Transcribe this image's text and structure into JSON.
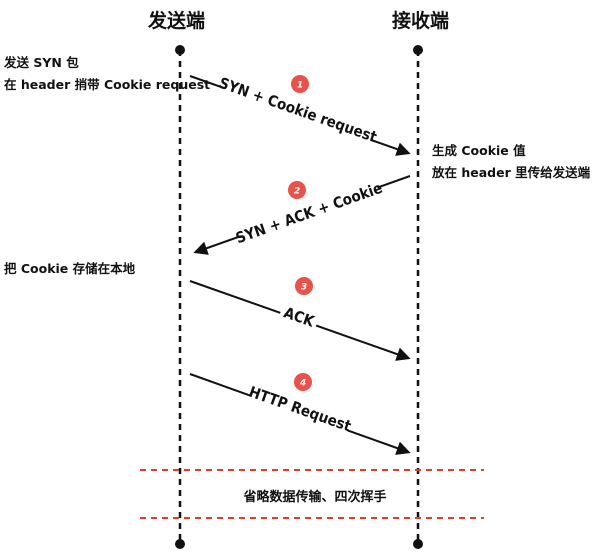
{
  "headers": {
    "sender": "发送端",
    "receiver": "接收端"
  },
  "notes": {
    "sender_1_line1": "发送 SYN 包",
    "sender_1_line2": "在 header 捎带 Cookie request",
    "receiver_1_line1": "生成 Cookie 值",
    "receiver_1_line2": "放在 header 里传给发送端",
    "sender_2": "把 Cookie 存储在本地"
  },
  "messages": [
    {
      "step": "1",
      "label": "SYN + Cookie request"
    },
    {
      "step": "2",
      "label": "SYN + ACK + Cookie"
    },
    {
      "step": "3",
      "label": "ACK"
    },
    {
      "step": "4",
      "label": "HTTP Request"
    }
  ],
  "omitted": "省略数据传输、四次挥手",
  "colors": {
    "badge": "#e8524a",
    "separator": "#e03c2c",
    "line": "#111111"
  }
}
